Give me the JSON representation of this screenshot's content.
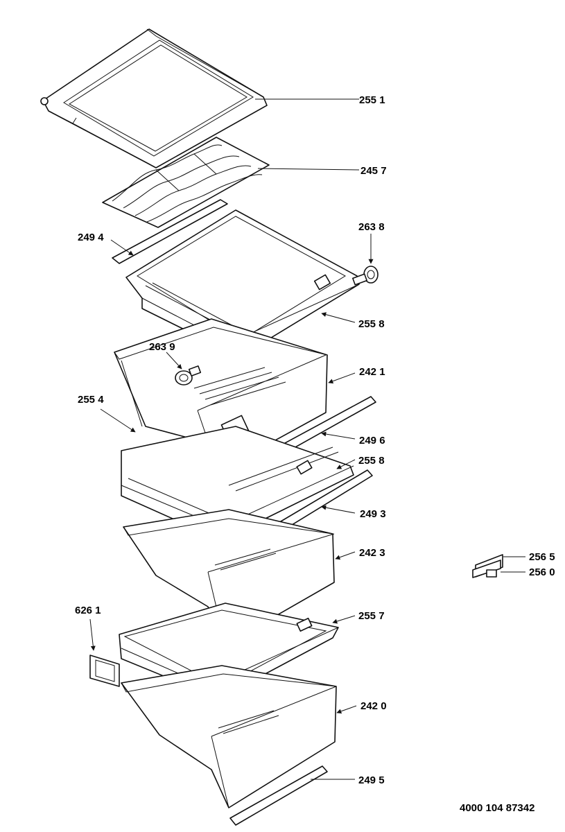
{
  "labels": {
    "l2551": "255 1",
    "l2457": "245 7",
    "l2494": "249 4",
    "l2638": "263 8",
    "l2558a": "255 8",
    "l2639": "263 9",
    "l2421": "242 1",
    "l2554": "255 4",
    "l2496": "249 6",
    "l2558b": "255 8",
    "l2493": "249 3",
    "l2423": "242 3",
    "l2565": "256 5",
    "l2560": "256 0",
    "l6261": "626 1",
    "l2557": "255 7",
    "l2420": "242 0",
    "l2495": "249 5"
  },
  "document_number": "4000 104 87342"
}
